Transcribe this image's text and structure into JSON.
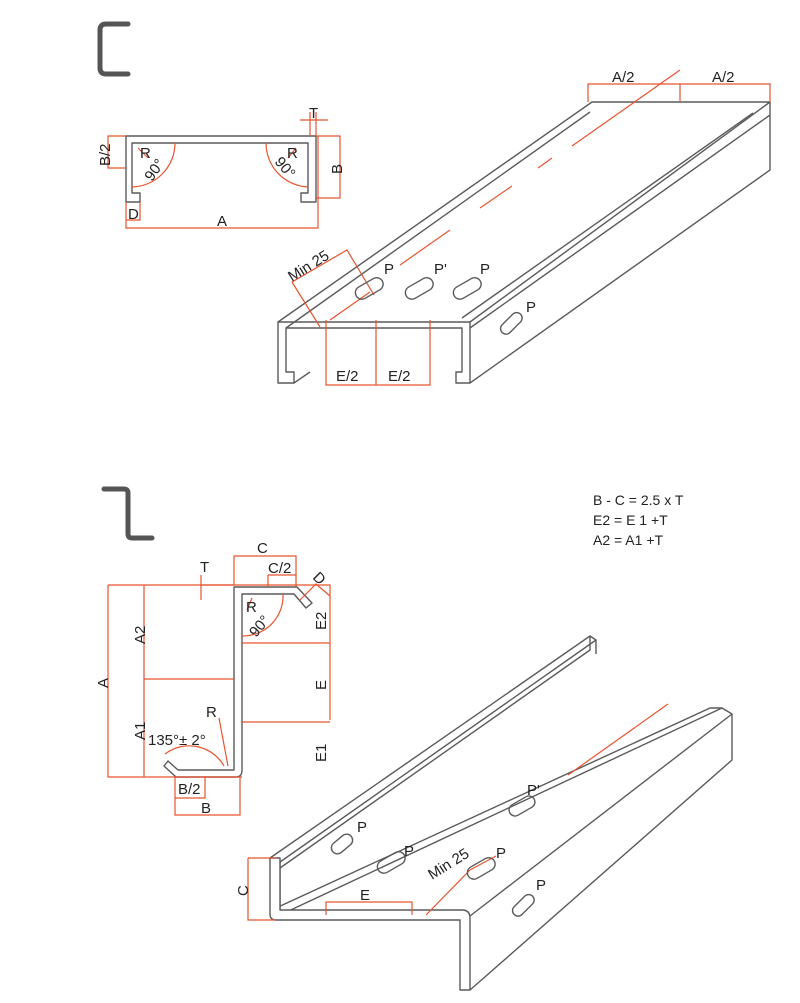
{
  "colors": {
    "dimension": "#e8532f",
    "profile": "#5a5a5a"
  },
  "c_section": {
    "icon": "c-channel-icon",
    "profile_labels": {
      "b_half": "B/2",
      "r_left": "R",
      "angle_left": "90°",
      "r_right": "R",
      "angle_right": "90°",
      "t": "T",
      "b": "B",
      "d": "D",
      "a": "A"
    },
    "view_labels": {
      "a_half_1": "A/2",
      "a_half_2": "A/2",
      "min": "Min 25",
      "p1": "P",
      "p_prime": "P'",
      "p2": "P",
      "p_side": "P",
      "e_half_1": "E/2",
      "e_half_2": "E/2"
    }
  },
  "z_section": {
    "icon": "z-channel-icon",
    "profile_labels": {
      "c": "C",
      "t": "T",
      "c_half": "C/2",
      "d": "D",
      "r_top": "R",
      "angle_top": "90°",
      "e2": "E2",
      "a2": "A2",
      "a": "A",
      "e": "E",
      "a1": "A1",
      "r_bottom": "R",
      "angle_bottom": "135°± 2°",
      "e1": "E1",
      "b_half": "B/2",
      "b": "B"
    },
    "formulas": [
      "B - C = 2.5 x T",
      "E2 = E 1 +T",
      "A2 = A1 +T"
    ],
    "view_labels": {
      "p_prime": "P'",
      "p1": "P",
      "p2": "P",
      "p3": "P",
      "p_side": "P",
      "min": "Min 25",
      "e": "E",
      "c": "C"
    }
  }
}
